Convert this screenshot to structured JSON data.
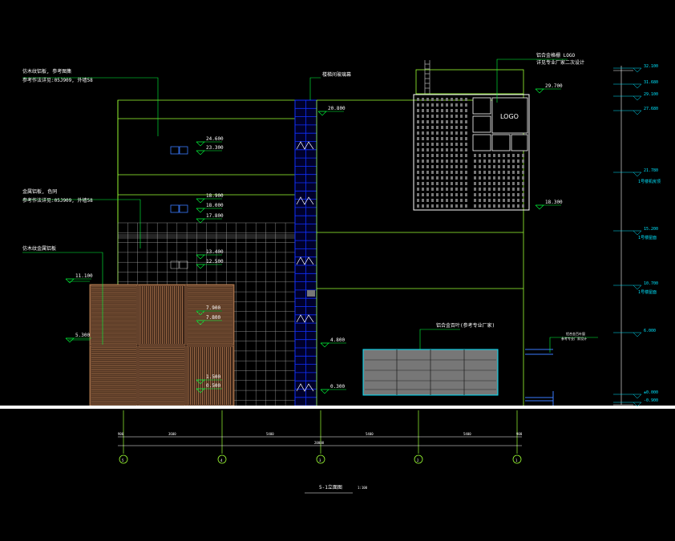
{
  "drawing": {
    "title": "5-1立面图",
    "scale": "1:100",
    "logo_text": "LOGO",
    "colors": {
      "background": "#000000",
      "outline": "#9cff33",
      "leader": "#00ff3c",
      "stair_grid": "#1030ff",
      "elevation_cyan": "#00e5ff",
      "wood": "#c98a5a",
      "ground": "#ffffff"
    }
  },
  "elevations": {
    "e_24600": "24.600",
    "e_23300": "23.300",
    "e_20800": "20.800",
    "e_29700": "29.700",
    "e_18900": "18.900",
    "e_18000": "18.000",
    "e_17800": "17.800",
    "e_18300": "18.300",
    "e_13400": "13.400",
    "e_12500": "12.500",
    "e_11100": "11.100",
    "e_7900": "7.900",
    "e_7800": "7.800",
    "e_5300": "5.300",
    "e_4800": "4.800",
    "e_1500": "1.500",
    "e_0500": "0.500",
    "e_0300": "0.300"
  },
  "right_axis": {
    "levels": [
      "32.100",
      "31.680",
      "29.100",
      "27.680",
      "21.780",
      "15.200",
      "10.700",
      "6.000",
      "±0.000",
      "-0.900"
    ],
    "notes": [
      "1号楼机房顶",
      "1号楼屋面",
      "1号楼屋面"
    ]
  },
  "notes": {
    "top_left_1": "仿木纹铝板, 参考图集",
    "top_left_2": "参考作法详见:05J909, 外墙58",
    "mid_left_1": "金属铝板, 色同",
    "mid_left_2": "参考作法详见:05J909, 外墙58",
    "wood_note": "仿木纹金属铝板",
    "stair_note": "楼梯间玻璃幕",
    "logo_note_1": "铝合金格栅 LOGO",
    "logo_note_2": "详见专业厂家二次设计",
    "panel_note": "铝合金百叶(参考专业厂家)",
    "right_small": "铝合金百叶窗",
    "right_small_2": "参考专业厂家设计"
  },
  "grid_axes": [
    "5",
    "4",
    "3",
    "2",
    "1"
  ],
  "dimensions": {
    "bays": [
      "3600",
      "5400",
      "5400",
      "5400"
    ],
    "total": "20000",
    "edge_left": "900",
    "edge_right": "900"
  }
}
